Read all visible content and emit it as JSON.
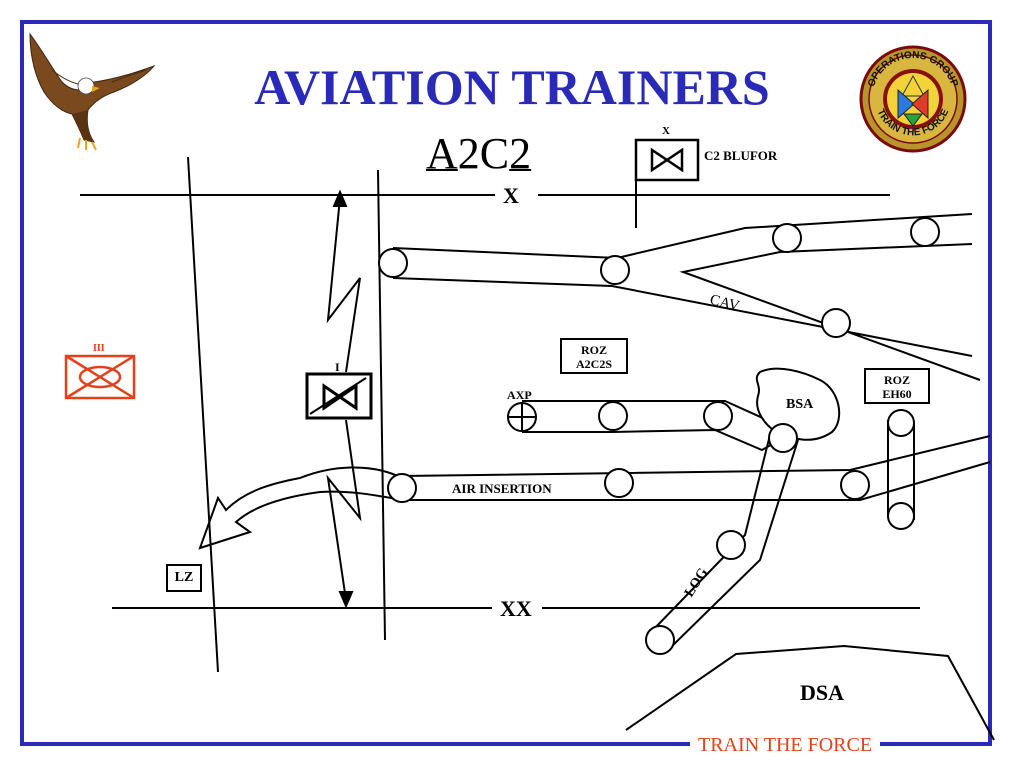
{
  "title": "AVIATION TRAINERS",
  "subtitle": {
    "part1": "A",
    "part2": "2C",
    "part3": "2"
  },
  "footer": "TRAIN THE FORCE",
  "labels": {
    "x_boundary": "X",
    "xx_boundary": "XX",
    "c2_blufor": "C2 BLUFOR",
    "c2_unit_size": "X",
    "unit_size_iii": "III",
    "unit_size_i": "I",
    "cav": "CAV",
    "roz_a2c2s": "ROZ\nA2C2S",
    "roz_eh60": "ROZ\nEH60",
    "axp": "AXP",
    "bsa": "BSA",
    "air_insertion": "AIR INSERTION",
    "log": "LOG",
    "lz": "LZ",
    "dsa": "DSA"
  },
  "logo": {
    "top_text": "OPERATIONS GROUP",
    "bottom_text": "TRAIN THE FORCE"
  },
  "colors": {
    "frame": "#2a2ab8",
    "title": "#2a2ab8",
    "footer": "#e4401a",
    "unit_symbol": "#e4401a"
  }
}
